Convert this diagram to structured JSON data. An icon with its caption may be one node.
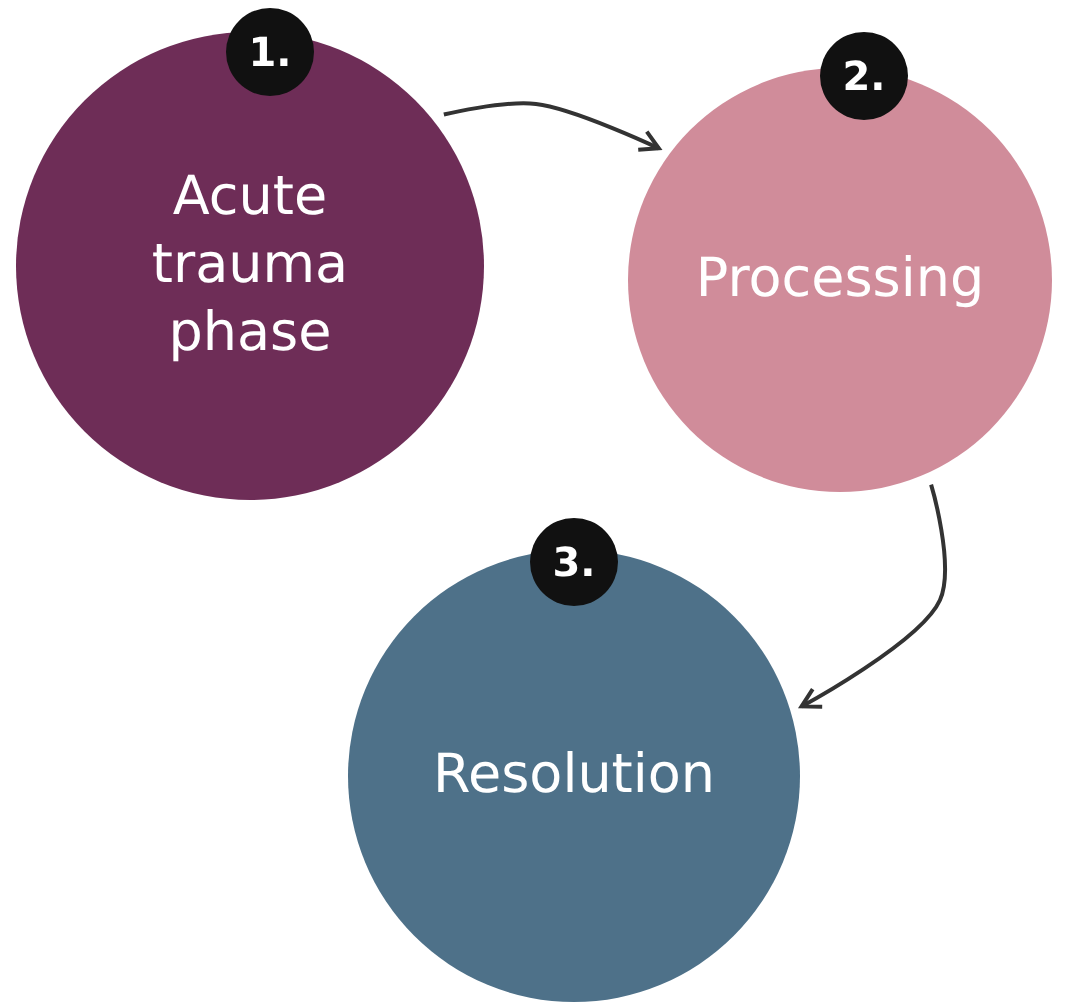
{
  "diagram": {
    "nodes": [
      {
        "text": [
          "1."
        ]
      },
      {
        "text": [
          "Acute trauma phase"
        ]
      },
      {
        "text": [
          "2."
        ]
      },
      {
        "text": [
          "Processing"
        ]
      },
      {
        "text": [
          "3."
        ]
      },
      {
        "text": [
          "Resolution"
        ]
      }
    ],
    "edges": [
      {
        "from": 1,
        "to": 3,
        "arrow": "to"
      },
      {
        "from": 3,
        "to": 5,
        "arrow": "to"
      }
    ]
  }
}
